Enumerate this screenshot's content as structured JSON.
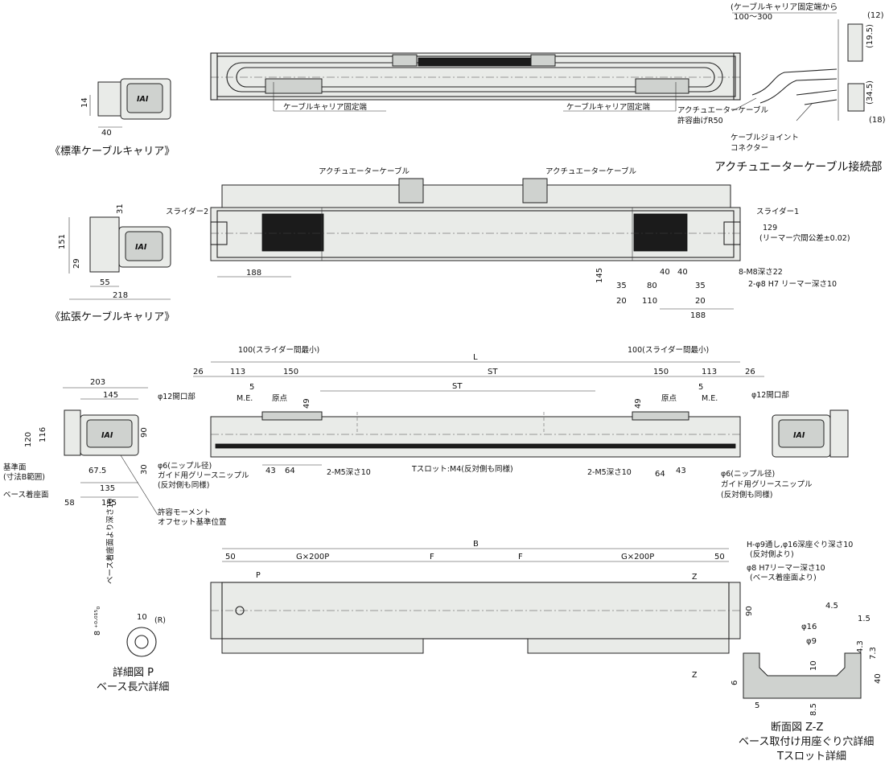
{
  "captions": {
    "std_carrier": "《標準ケーブルキャリア》",
    "ext_carrier": "《拡張ケーブルキャリア》",
    "connection": "アクチュエーターケーブル接続部",
    "detail_p_1": "詳細図 P",
    "detail_p_2": "ベース長穴詳細",
    "section_1": "断面図 Z-Z",
    "section_2": "ベース取付け用座ぐり穴詳細",
    "section_3": "Tスロット詳細"
  },
  "labels": {
    "carrier_fixed_end": "ケーブルキャリア固定端",
    "act_cable": "アクチュエーターケーブル",
    "allow_bend": "許容曲げR50",
    "cable_joint_1": "ケーブルジョイント",
    "cable_joint_2": "コネクター",
    "carrier_from_1": "(ケーブルキャリア固定端から",
    "carrier_from_2": "100〜300",
    "slider1": "スライダー1",
    "slider2": "スライダー2",
    "m8": "8-M8深さ22",
    "reamer": "2-φ8 H7 リーマー深さ10",
    "reamer_tol_1": "129",
    "reamer_tol_2": "(リーマー穴間公差±0.02)",
    "slider_min": "100(スライダー間最小)",
    "me": "M.E.",
    "origin": "原点",
    "open12": "φ12開口部",
    "m5": "2-M5深さ10",
    "tslot": "Tスロット:M4(反対側も同様)",
    "nipple_1": "φ6(ニップル径)",
    "nipple_2": "ガイド用グリースニップル",
    "nipple_3": "(反対側も同様)",
    "ref_1": "基準面",
    "ref_2": "(寸法B範囲)",
    "base_face": "ベース着座面",
    "moment_1": "許容モーメント",
    "moment_2": "オフセット基準位置",
    "holes_1": "H-φ9通し,φ16深座ぐり深さ10",
    "holes_2": "(反対側より)",
    "holes_3": "φ8 H7リーマー深さ10",
    "holes_4": "(ベース着座面より)",
    "slot_depth": "ベース着座面より深さ10",
    "slot_tol": "8 ⁺⁰·⁰¹⁵₀",
    "p": "P",
    "z": "Z",
    "r": "(R)",
    "logo": "IAI"
  },
  "dims": {
    "d14": "14",
    "d40": "40",
    "d12": "(12)",
    "d19_5": "(19.5)",
    "d34_5": "(34.5)",
    "d18": "(18)",
    "d31": "31",
    "d151": "151",
    "d29": "29",
    "d55": "55",
    "d218": "218",
    "d188": "188",
    "d145": "145",
    "d35": "35",
    "d80": "80",
    "d20": "20",
    "d110": "110",
    "dL": "L",
    "d26": "26",
    "d113": "113",
    "d150": "150",
    "dST": "ST",
    "d5": "5",
    "d49": "49",
    "d43": "43",
    "d64": "64",
    "d203": "203",
    "d120": "120",
    "d116": "116",
    "d90": "90",
    "d30": "30",
    "d67_5": "67.5",
    "d135": "135",
    "d58": "58",
    "dB": "B",
    "d50": "50",
    "dG": "G×200P",
    "dF": "F",
    "d10": "10",
    "d4_5": "4.5",
    "d1_5": "1.5",
    "d16": "φ16",
    "d9": "φ9",
    "d4_3": "4.3",
    "d7_3": "7.3",
    "d6": "6",
    "d8_5": "8.5"
  }
}
